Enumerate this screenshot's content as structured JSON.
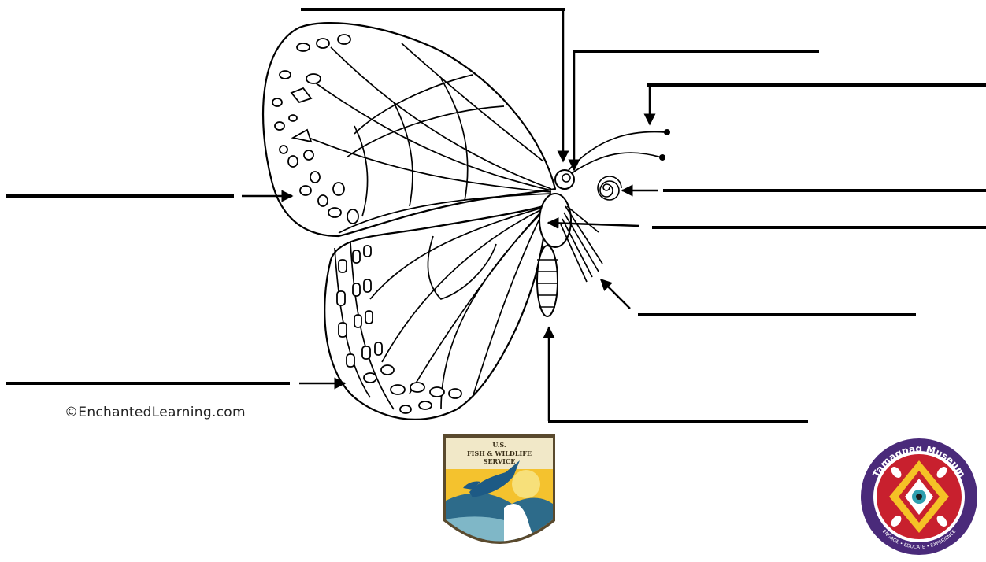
{
  "diagram": {
    "copyright": "©EnchantedLearning.com",
    "label_blanks": [
      {
        "id": "blank-top-center",
        "text": ""
      },
      {
        "id": "blank-upper-right-1",
        "text": ""
      },
      {
        "id": "blank-upper-right-2",
        "text": ""
      },
      {
        "id": "blank-mid-right-1",
        "text": ""
      },
      {
        "id": "blank-mid-right-2",
        "text": ""
      },
      {
        "id": "blank-lower-right-1",
        "text": ""
      },
      {
        "id": "blank-lower-right-2",
        "text": ""
      },
      {
        "id": "blank-left-upper",
        "text": ""
      },
      {
        "id": "blank-left-lower",
        "text": ""
      }
    ]
  },
  "logos": {
    "usfws": {
      "text": "U.S. FISH & WILDLIFE SERVICE"
    },
    "museum": {
      "text": "Tamaqpaq Museum",
      "tagline": "ENGAGE • EDUCATE • EXPERIENCE"
    }
  }
}
